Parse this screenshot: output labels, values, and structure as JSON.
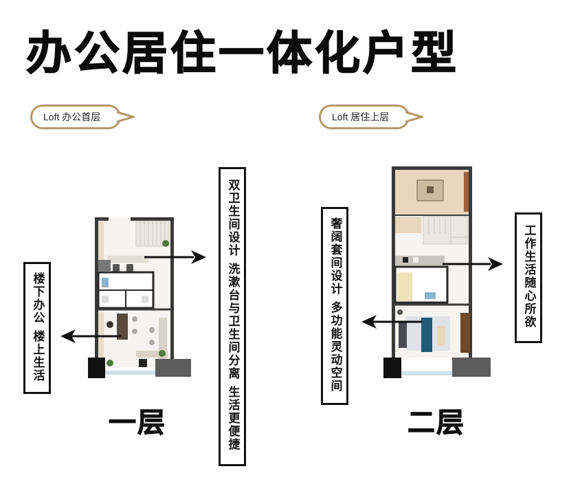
{
  "title": "办公居住一体化户型",
  "badges": {
    "left": "Loft 办公首层",
    "right": "Loft 居住上层"
  },
  "annotations": {
    "left_side": "楼下办公 楼上生活",
    "middle_long": "双卫生间设计 洗漱台与卫生间分离 生活更便捷",
    "right_left": "奢阔套间设计 多功能灵动空间",
    "right_right": "工作生活随心所欲"
  },
  "floor_labels": {
    "first": "一层",
    "second": "二层"
  },
  "colors": {
    "badge_border": "#b4976a",
    "text": "#111111",
    "wall": "#3a3a3a",
    "floor_wood": "#e8d6bd",
    "accent_blue": "#1f5a78"
  }
}
